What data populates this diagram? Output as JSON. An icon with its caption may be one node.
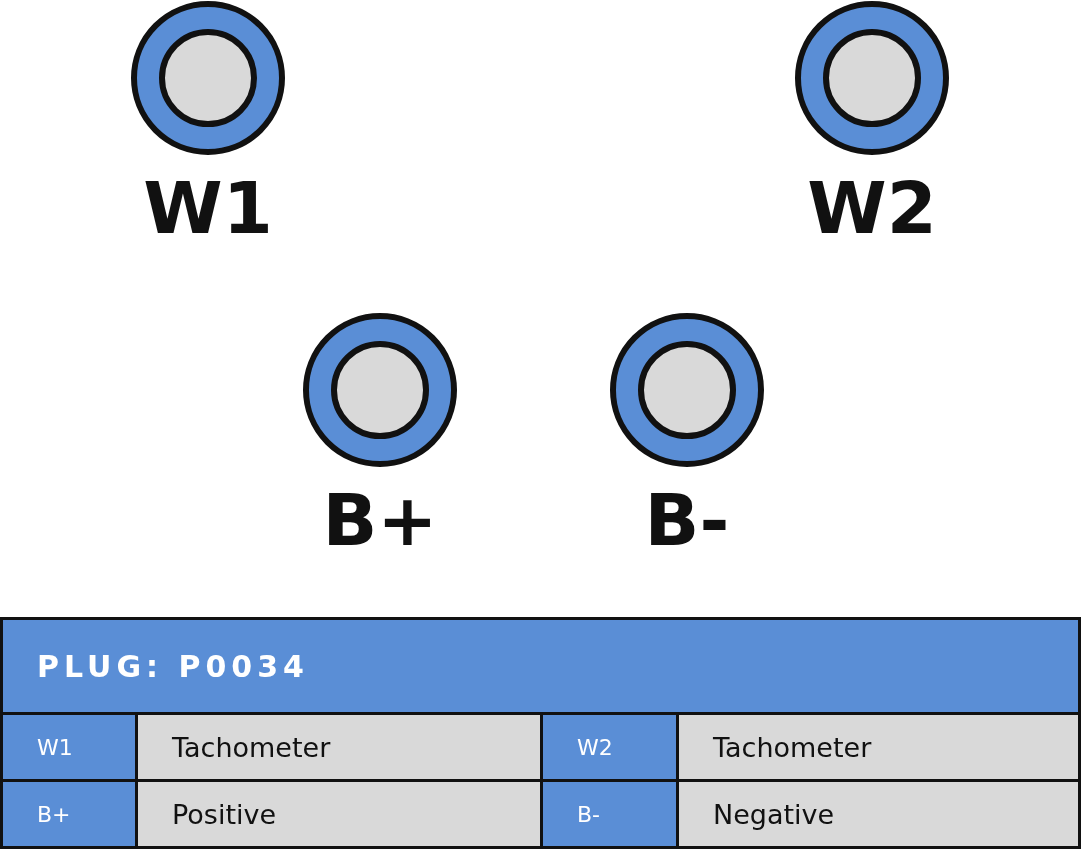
{
  "diagram": {
    "nodes": [
      {
        "text": [
          "W1"
        ]
      },
      {
        "text": [
          "W2"
        ]
      },
      {
        "text": [
          "B+"
        ]
      },
      {
        "text": [
          "B-"
        ]
      }
    ],
    "labels": [
      "PLUG: P0034",
      "W1",
      "Tachometer",
      "W2",
      "Tachometer",
      "B+",
      "Positive",
      "B-",
      "Negative"
    ]
  }
}
